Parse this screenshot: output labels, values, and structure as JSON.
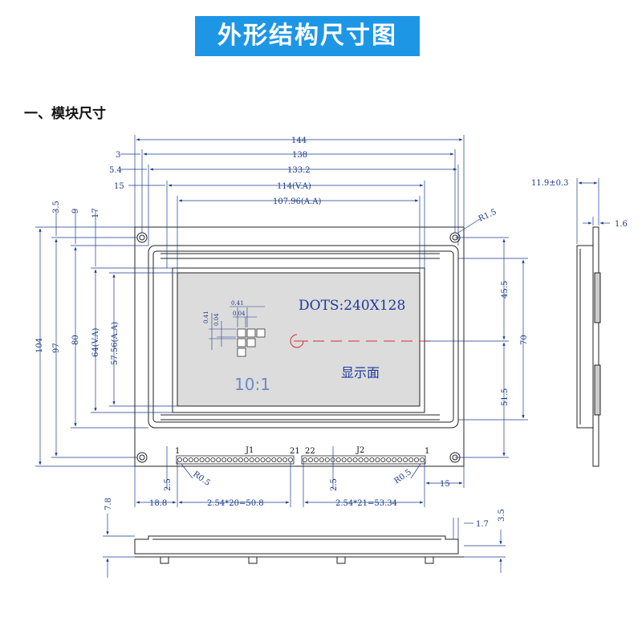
{
  "banner": {
    "title": "外形结构尺寸图"
  },
  "section": {
    "title": "一、模块尺寸"
  },
  "display": {
    "dots": "DOTS:240X128",
    "area_label": "显示面",
    "scale": "10:1",
    "pixel_pitch": "0.41",
    "pixel_gap": "0.04"
  },
  "dims_top": {
    "d144": "144",
    "d138": "138",
    "d1332": "133.2",
    "d114": "114(V.A)",
    "d10796": "107.96(A.A)",
    "off3": "3",
    "off54": "5.4",
    "off15": "15",
    "r15": "R1.5"
  },
  "dims_left": {
    "d104": "104",
    "d97": "97",
    "d80": "80",
    "d64": "64(V.A)",
    "d5756": "57.56(A.A)",
    "off35": "3.5",
    "off9": "9",
    "off17": "17"
  },
  "dims_right": {
    "d455": "45.5",
    "d515": "51.5",
    "d70": "70"
  },
  "dims_bottom": {
    "d188": "18.8",
    "d508": "2.54*20=50.8",
    "d5334": "2.54*21=53.34",
    "d15": "15",
    "d25a": "2.5",
    "d25b": "2.5",
    "r05a": "R0.5",
    "r05b": "R0.5"
  },
  "connectors": {
    "j1": "J1",
    "j2": "J2",
    "j1_start": "1",
    "j1_end": "21",
    "j2_start": "22",
    "j2_end": "1"
  },
  "side_view": {
    "thick": "11.9±0.3",
    "pcb": "1.6"
  },
  "bottom_view": {
    "height": "7.8",
    "d17": "1.7",
    "d35": "3.5"
  }
}
